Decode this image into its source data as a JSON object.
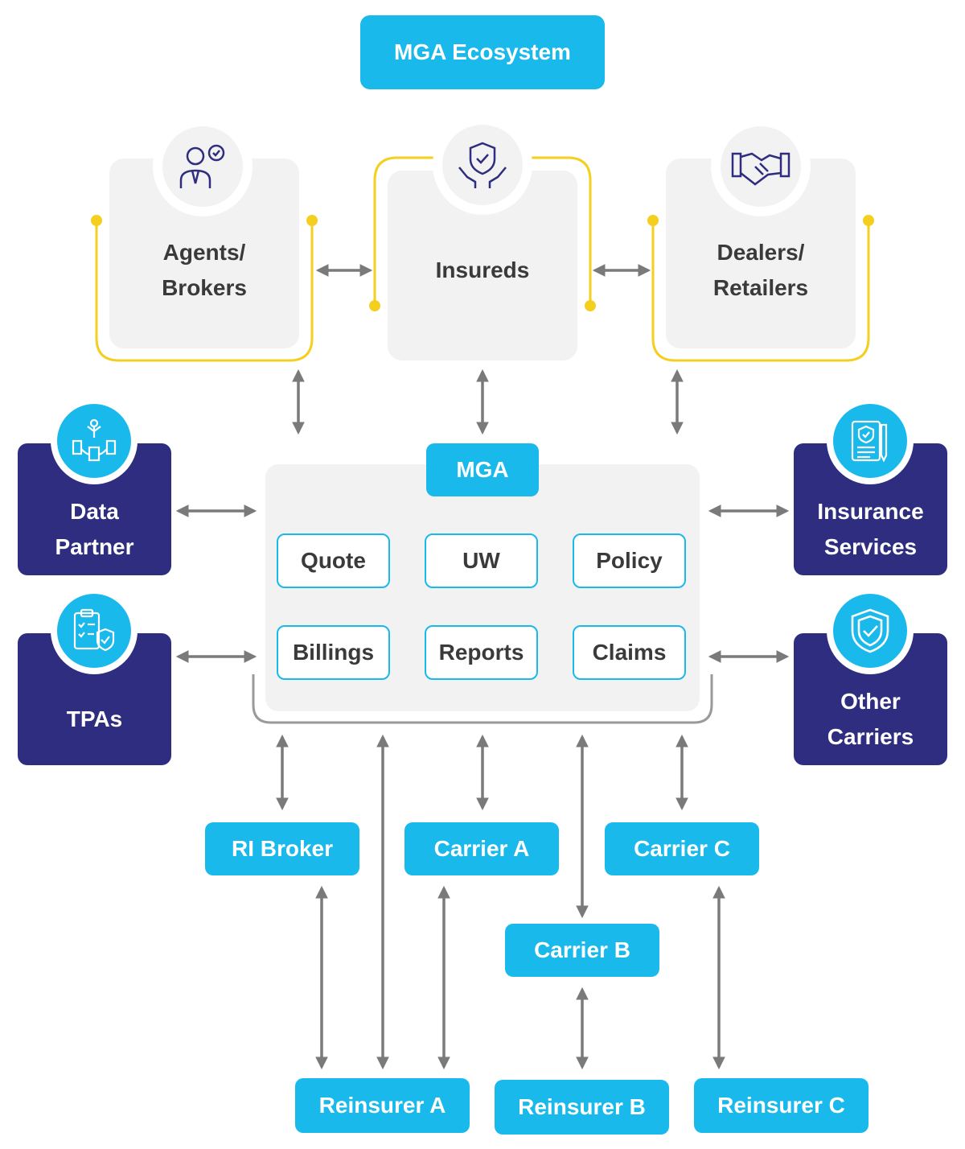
{
  "title": "MGA Ecosystem",
  "top_nodes": {
    "agents": {
      "label": "Agents/\nBrokers",
      "icon": "agent-person-icon"
    },
    "insureds": {
      "label": "Insureds",
      "icon": "shield-hands-icon"
    },
    "dealers": {
      "label": "Dealers/\nRetailers",
      "icon": "handshake-icon"
    }
  },
  "side_nodes": {
    "data_partner": {
      "label": "Data\nPartner",
      "icon": "network-buildings-icon"
    },
    "tpas": {
      "label": "TPAs",
      "icon": "checklist-shield-icon"
    },
    "insurance_services": {
      "label": "Insurance\nServices",
      "icon": "document-pen-icon"
    },
    "other_carriers": {
      "label": "Other\nCarriers",
      "icon": "shield-check-icon"
    }
  },
  "mga": {
    "label": "MGA",
    "modules": [
      "Quote",
      "UW",
      "Policy",
      "Billings",
      "Reports",
      "Claims"
    ]
  },
  "bottom_nodes": {
    "ri_broker": "RI Broker",
    "carrier_a": "Carrier A",
    "carrier_b": "Carrier B",
    "carrier_c": "Carrier C",
    "reinsurer_a": "Reinsurer A",
    "reinsurer_b": "Reinsurer B",
    "reinsurer_c": "Reinsurer C"
  },
  "colors": {
    "cyan": "#1ab9ec",
    "navy": "#2e2d7f",
    "yellow": "#f5cf1f",
    "panel_grey": "#f2f2f2",
    "arrow_grey": "#7a7a7a"
  }
}
